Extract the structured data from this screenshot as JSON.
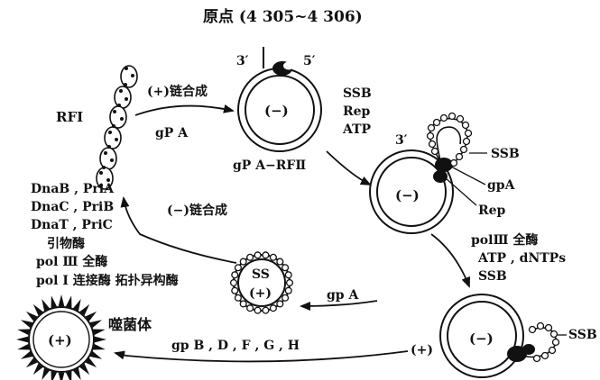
{
  "title": "原点 (4 305~4 306)",
  "labels": {
    "rf1": "RFⅠ",
    "plus_synthesis": "(+)链合成",
    "gpA_top": "gP A",
    "three_prime_top": "3′",
    "five_prime_top": "5′",
    "minus_top": "(−)",
    "ssb_top": "SSB",
    "rep_top": "Rep",
    "atp_top": "ATP",
    "gpA_rf2": "gP A−RFⅡ",
    "three_prime_mid": "3′",
    "minus_mid": "(−)",
    "ssb_mid": "SSB",
    "gpA_mid": "gpA",
    "rep_mid": "Rep",
    "dnaB_priA": "DnaB , PriA",
    "dnaC_priB": "DnaC , PriB",
    "dnaT_priC": "DnaT , PriC",
    "primase": "引物酶",
    "pol3_left": "pol Ⅲ 全酶",
    "pol1_ligase": "pol Ⅰ 连接酶 拓扑异构酶",
    "minus_synthesis": "(−)链合成",
    "ss_label": "SS",
    "ss_plus": "(+)",
    "gpA_lower": "gp A",
    "pol3_right": "polⅢ 全酶",
    "atp_dntps": "ATP , dNTPs",
    "ssb_right": "SSB",
    "phage": "噬菌体",
    "phage_plus": "(+)",
    "gp_bottom": "gp B , D , F , G , H",
    "plus_bottom": "(+)",
    "minus_bottom": "(−)",
    "ssb_bottom": "SSB"
  },
  "colors": {
    "ink": "#111111",
    "paper": "#ffffff"
  }
}
